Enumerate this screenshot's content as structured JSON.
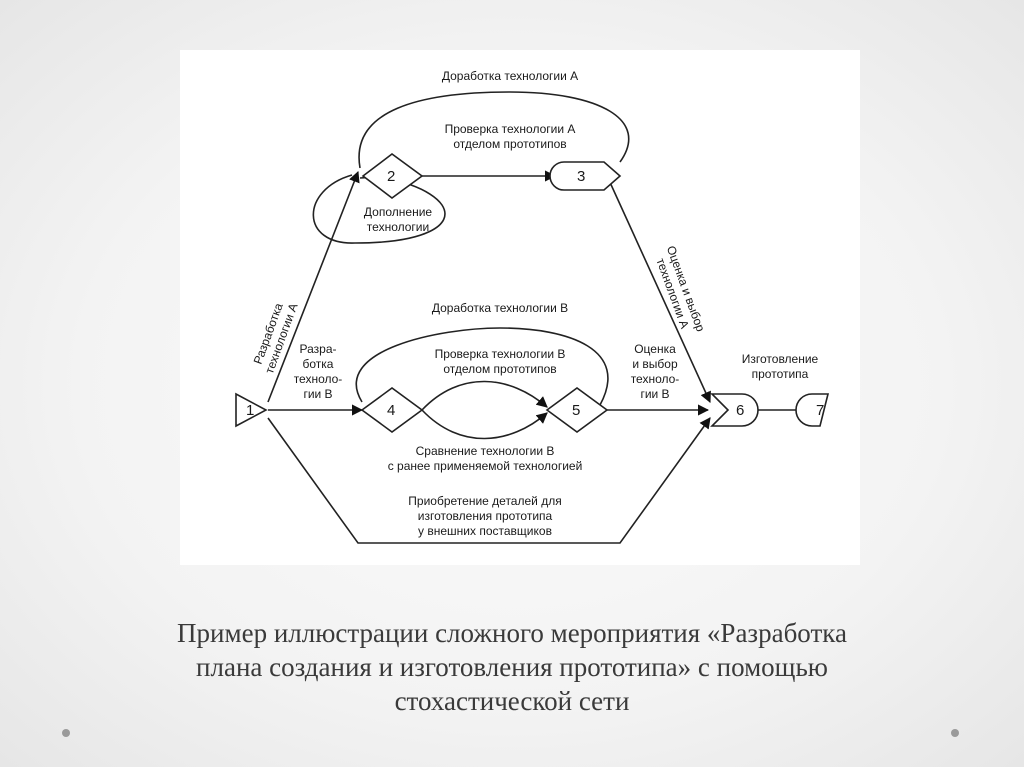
{
  "nodes": {
    "n1": "1",
    "n2": "2",
    "n3": "3",
    "n4": "4",
    "n5": "5",
    "n6": "6",
    "n7": "7"
  },
  "edges": {
    "dorabotka_a": "Доработка технологии А",
    "proverka_a": [
      "Проверка технологии А",
      "отделом прототипов"
    ],
    "dopolnenie": [
      "Дополнение",
      "технологии"
    ],
    "razrabotka_a": [
      "Разработка",
      "технологии А"
    ],
    "ocenka_a": [
      "Оценка и выбор",
      "технологии А"
    ],
    "dorabotka_b": "Доработка технологии В",
    "proverka_b": [
      "Проверка технологии В",
      "отделом прототипов"
    ],
    "razrabotka_b": [
      "Разра-",
      "ботка",
      "техноло-",
      "гии В"
    ],
    "ocenka_b": [
      "Оценка",
      "и выбор",
      "техноло-",
      "гии В"
    ],
    "izgotovlenie": [
      "Изготовление",
      "прототипа"
    ],
    "sravnenie": [
      "Сравнение технологии В",
      "с ранее применяемой технологией"
    ],
    "priobretenie": [
      "Приобретение деталей для",
      "изготовления прототипа",
      "у внешних поставщиков"
    ]
  },
  "caption": [
    "Пример иллюстрации сложного мероприятия «Разработка",
    "плана создания и изготовления прототипа» с помощью",
    "стохастической сети"
  ]
}
